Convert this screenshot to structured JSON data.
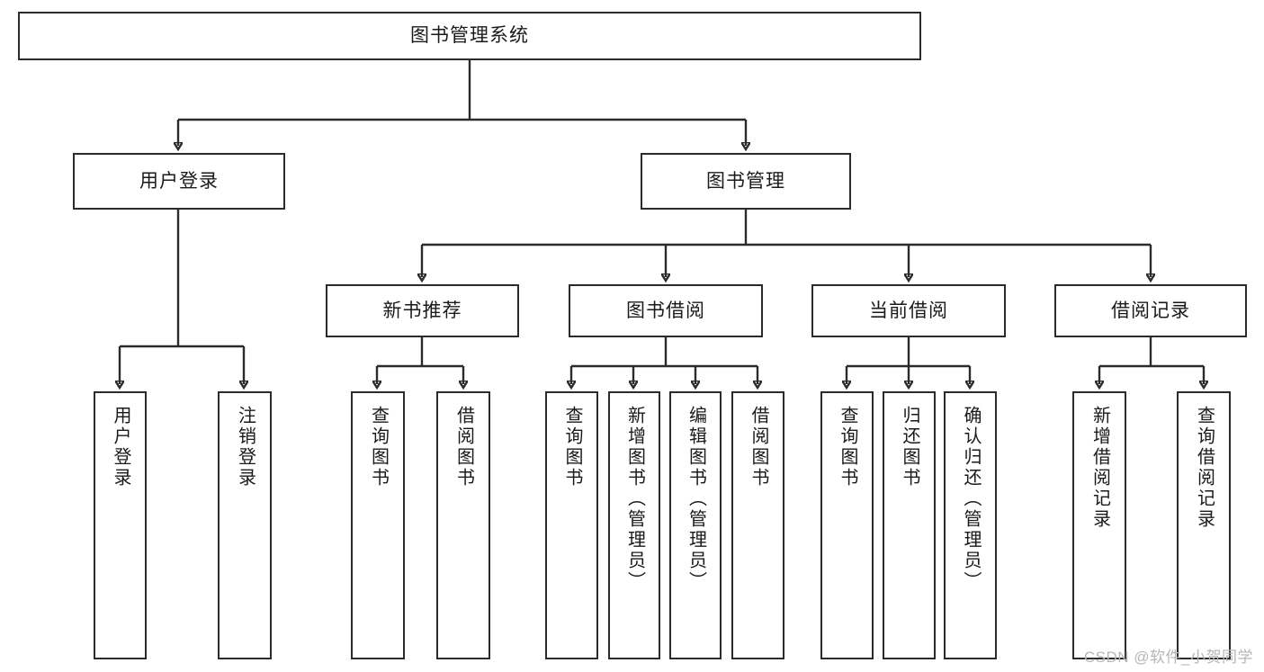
{
  "diagram": {
    "title": "图书管理系统",
    "type": "tree",
    "watermark": "CSDN @软件_小贺同学",
    "colors": {
      "box_border": "#2b2b2b",
      "box_fill": "#ffffff",
      "connector": "#2b2b2b",
      "text": "#1a1a1a",
      "watermark": "#b6b6b6"
    },
    "levels": {
      "root": {
        "label": "图书管理系统"
      },
      "level2": [
        {
          "label": "用户登录"
        },
        {
          "label": "图书管理"
        }
      ],
      "level3": [
        {
          "label": "新书推荐"
        },
        {
          "label": "图书借阅"
        },
        {
          "label": "当前借阅"
        },
        {
          "label": "借阅记录"
        }
      ],
      "leaves": [
        {
          "label": "用户登录",
          "parent": "用户登录"
        },
        {
          "label": "注销登录",
          "parent": "用户登录"
        },
        {
          "label": "查询图书",
          "parent": "新书推荐"
        },
        {
          "label": "借阅图书",
          "parent": "新书推荐"
        },
        {
          "label": "查询图书",
          "parent": "图书借阅"
        },
        {
          "label": "新增图书（管理员）",
          "parent": "图书借阅"
        },
        {
          "label": "编辑图书（管理员）",
          "parent": "图书借阅"
        },
        {
          "label": "借阅图书",
          "parent": "图书借阅"
        },
        {
          "label": "查询图书",
          "parent": "当前借阅"
        },
        {
          "label": "归还图书",
          "parent": "当前借阅"
        },
        {
          "label": "确认归还（管理员）",
          "parent": "当前借阅"
        },
        {
          "label": "新增借阅记录",
          "parent": "借阅记录"
        },
        {
          "label": "查询借阅记录",
          "parent": "借阅记录"
        }
      ]
    }
  }
}
